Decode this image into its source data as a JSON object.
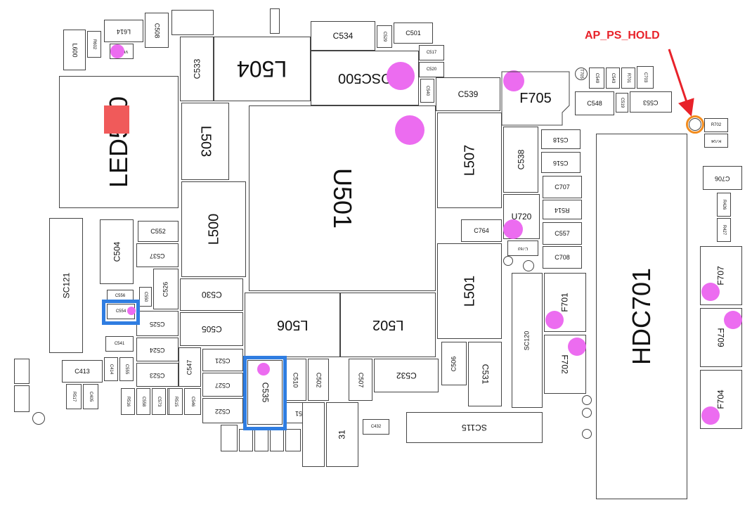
{
  "annotation": {
    "text": "AP_PS_HOLD",
    "color": "#e8222a"
  },
  "colors": {
    "probe_dot": "#ec6cf0",
    "highlight_box": "#2f7de1",
    "highlight_ring": "#f28c1e",
    "led_marker": "#f05a5a"
  },
  "components": {
    "L614": "L614",
    "C508": "C508",
    "L600": "L600",
    "R602": "R602",
    "VR607": "VR607",
    "L504": "L504",
    "C533": "C533",
    "C534": "C534",
    "C529": "C529",
    "C501": "C501",
    "C517": "C517",
    "C520": "C520",
    "OSC500": "OSC500",
    "C540": "C540",
    "C539": "C539",
    "F705": "F705",
    "T705": "T705",
    "C549": "C549",
    "C543": "C543",
    "R701": "R701",
    "C703": "C703",
    "C548": "C548",
    "C519": "C519",
    "C553": "C553",
    "R702": "R702",
    "R704": "R704",
    "LED500": "LED500",
    "L503": "L503",
    "U501": "U501",
    "L507": "L507",
    "C538": "C538",
    "C518": "C518",
    "C516": "C516",
    "C707": "C707",
    "R514": "R514",
    "C557": "C557",
    "U720": "U720",
    "C764": "C764",
    "C763": "C763",
    "C708": "C708",
    "C706": "C706",
    "R426": "R426",
    "R427": "R427",
    "HDC701": "HDC701",
    "L500": "L500",
    "SC121": "SC121",
    "C504": "C504",
    "C552": "C552",
    "C537": "C537",
    "C526": "C526",
    "C556": "C556",
    "C550": "C550",
    "C554": "C554",
    "C525": "C525",
    "C530": "C530",
    "C505": "C505",
    "L506": "L506",
    "L502": "L502",
    "L501": "L501",
    "F701": "F701",
    "SC120": "SC120",
    "F707": "F707",
    "F709": "F709",
    "F702": "F702",
    "C541": "C541",
    "C524": "C524",
    "C413": "C413",
    "C414": "C414",
    "C555": "C555",
    "C523": "C523",
    "C547": "C547",
    "C521": "C521",
    "C527": "C527",
    "C522": "C522",
    "C535": "C535",
    "C510": "C510",
    "C502": "C502",
    "C507": "C507",
    "C532": "C532",
    "C506": "C506",
    "C531": "C531",
    "R517": "R517",
    "C405": "C405",
    "R516": "R516",
    "C558": "C558",
    "C573": "C573",
    "R515": "R515",
    "C546": "C546",
    "C551": "C551",
    "C432": "C432",
    "SC115": "SC115",
    "J31": "31",
    "F704": "F704"
  }
}
